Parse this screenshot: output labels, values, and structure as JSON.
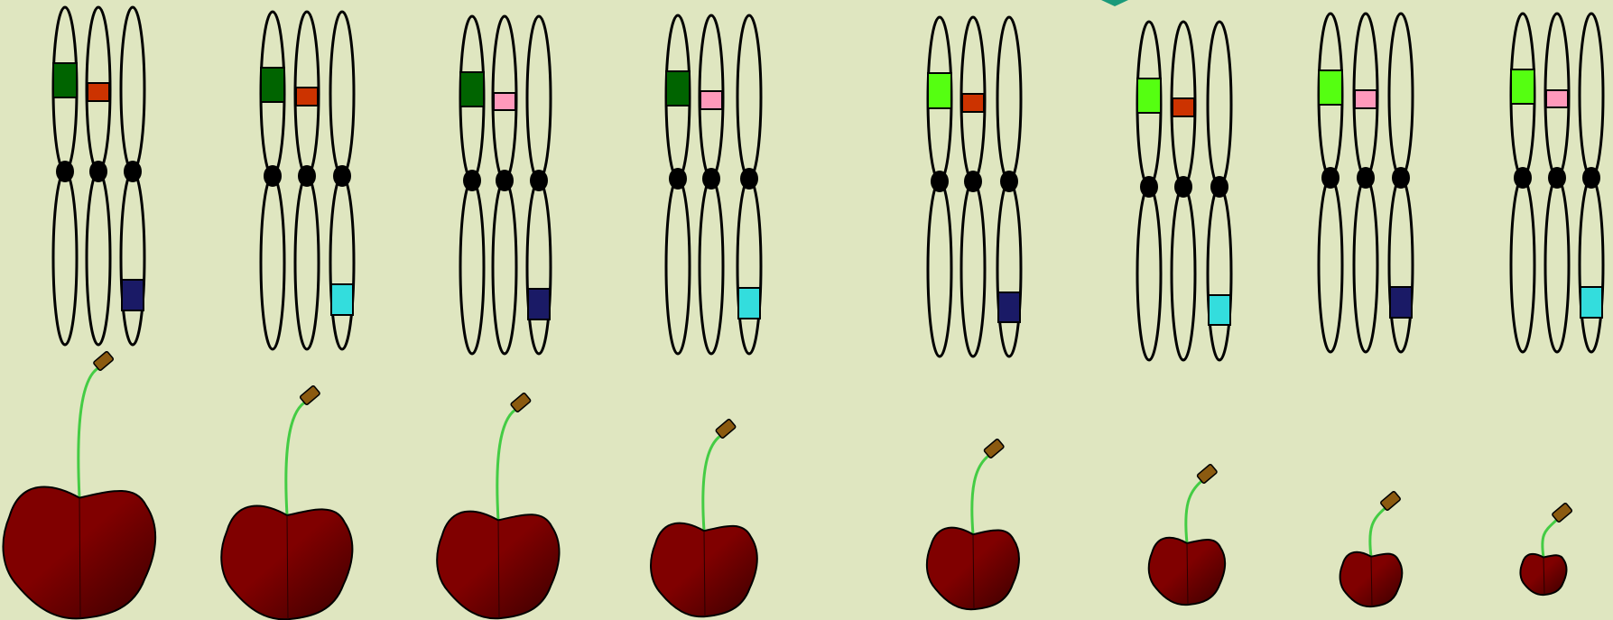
{
  "diagram": {
    "background_color": "#dfe6c0",
    "outline_color": "#000000",
    "chromosome_fill": "#dfe6c0",
    "centromere_color": "#000000",
    "stem_color": "#44cc44",
    "stem_tip_color": "#8b5a10",
    "cherry_colors": {
      "highlight": "#800000",
      "shadow": "#3a0000"
    },
    "corner_marker_color": "#1a9a7a",
    "allele_colors": {
      "dark-green": "#006400",
      "light-green": "#55ff11",
      "red": "#cc3300",
      "pink": "#ff99bb",
      "navy": "#1a1a66",
      "cyan": "#33dddd"
    },
    "columns": [
      {
        "id": "genotype-1",
        "allele_a": "dark-green",
        "allele_b": "red",
        "allele_c": "navy",
        "cherry_size": "largest"
      },
      {
        "id": "genotype-2",
        "allele_a": "dark-green",
        "allele_b": "red",
        "allele_c": "cyan",
        "cherry_size": "large"
      },
      {
        "id": "genotype-3",
        "allele_a": "dark-green",
        "allele_b": "pink",
        "allele_c": "navy",
        "cherry_size": "large"
      },
      {
        "id": "genotype-4",
        "allele_a": "dark-green",
        "allele_b": "pink",
        "allele_c": "cyan",
        "cherry_size": "medium"
      },
      {
        "id": "genotype-5",
        "allele_a": "light-green",
        "allele_b": "red",
        "allele_c": "navy",
        "cherry_size": "medium"
      },
      {
        "id": "genotype-6",
        "allele_a": "light-green",
        "allele_b": "red",
        "allele_c": "cyan",
        "cherry_size": "small"
      },
      {
        "id": "genotype-7",
        "allele_a": "light-green",
        "allele_b": "pink",
        "allele_c": "navy",
        "cherry_size": "small"
      },
      {
        "id": "genotype-8",
        "allele_a": "light-green",
        "allele_b": "pink",
        "allele_c": "cyan",
        "cherry_size": "smallest"
      }
    ]
  }
}
